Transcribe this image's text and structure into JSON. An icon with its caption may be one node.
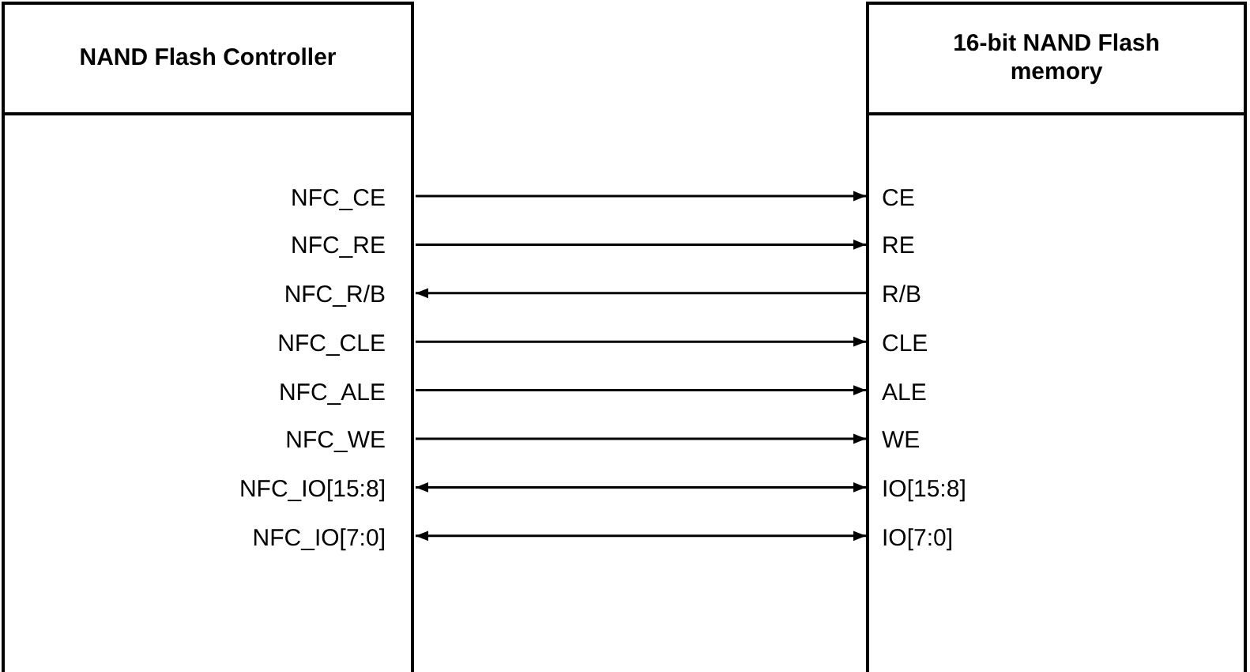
{
  "diagram": {
    "nodes": [
      {
        "text": [
          "NAND Flash Controller"
        ]
      },
      {
        "text": [
          "NFC_CE"
        ],
        "in": 0
      },
      {
        "text": [
          "NFC_RE"
        ],
        "in": 0
      },
      {
        "text": [
          "NFC_R/B"
        ],
        "in": 0
      },
      {
        "text": [
          "NFC_CLE"
        ],
        "in": 0
      },
      {
        "text": [
          "NFC_ALE"
        ],
        "in": 0
      },
      {
        "text": [
          "NFC_WE"
        ],
        "in": 0
      },
      {
        "text": [
          "NFC_IO[15:8]"
        ],
        "in": 0
      },
      {
        "text": [
          "NFC_IO[7:0]"
        ],
        "in": 0
      },
      {
        "text": [
          "16-bit NAND Flash memory"
        ]
      },
      {
        "text": [
          "CE"
        ],
        "in": 9
      },
      {
        "text": [
          "RE"
        ],
        "in": 9
      },
      {
        "text": [
          "R/B"
        ],
        "in": 9
      },
      {
        "text": [
          "CLE"
        ],
        "in": 9
      },
      {
        "text": [
          "ALE"
        ],
        "in": 9
      },
      {
        "text": [
          "WE"
        ],
        "in": 9
      },
      {
        "text": [
          "IO[15:8]"
        ],
        "in": 9
      },
      {
        "text": [
          "IO[7:0]"
        ],
        "in": 9
      }
    ],
    "edges": [
      {
        "from": 1,
        "to": 10,
        "arrow": "to"
      },
      {
        "from": 2,
        "to": 11,
        "arrow": "to"
      },
      {
        "from": 12,
        "to": 3,
        "arrow": "to"
      },
      {
        "from": 4,
        "to": 13,
        "arrow": "to"
      },
      {
        "from": 5,
        "to": 14,
        "arrow": "to"
      },
      {
        "from": 6,
        "to": 15,
        "arrow": "to"
      },
      {
        "from": 7,
        "to": 16,
        "arrow": "both"
      },
      {
        "from": 8,
        "to": 17,
        "arrow": "both"
      }
    ]
  }
}
